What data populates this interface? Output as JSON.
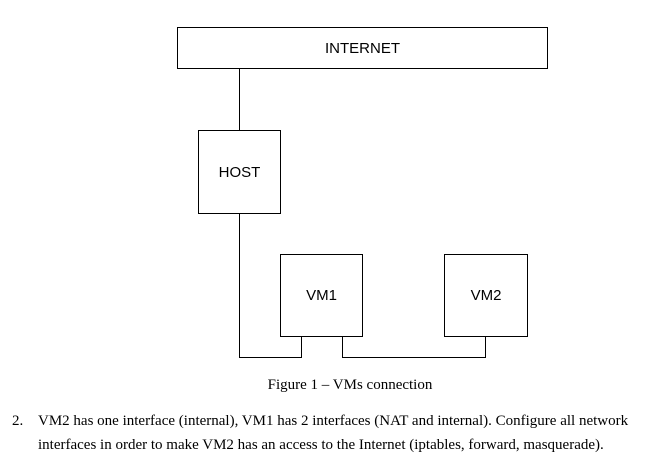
{
  "diagram": {
    "nodes": {
      "internet": "INTERNET",
      "host": "HOST",
      "vm1": "VM1",
      "vm2": "VM2"
    },
    "edges": [
      {
        "from": "internet",
        "to": "host"
      },
      {
        "from": "host",
        "to": "vm1"
      },
      {
        "from": "vm1",
        "to": "vm2"
      }
    ],
    "caption": "Figure 1 – VMs connection"
  },
  "task": {
    "number": "2.",
    "text": "VM2 has one interface (internal), VM1 has 2 interfaces (NAT and internal). Configure  all network interfaces in order to make VM2 has an access to the Internet (iptables, forward, masquerade)."
  }
}
